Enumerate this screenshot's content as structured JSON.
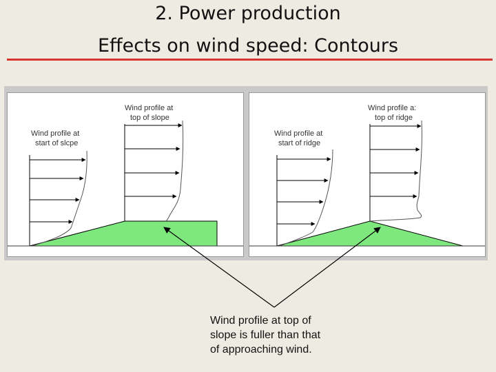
{
  "title": {
    "line1": "2. Power production",
    "line2": "Effects on wind speed: Contours"
  },
  "panels": {
    "slope": {
      "label_start_1": "Wind profile at",
      "label_start_2": "start of slcpe",
      "label_top_1": "Wind profile at",
      "label_top_2": "top of slope"
    },
    "ridge": {
      "label_start_1": "Wind profile at",
      "label_start_2": "start of ridge",
      "label_top_1": "Wind profile a:",
      "label_top_2": "top of ridge"
    }
  },
  "caption": "Wind profile at top of\nslope is fuller than that\nof approaching wind.",
  "colors": {
    "accent_rule": "#d9332e",
    "terrain_fill": "#7ee87e",
    "background": "#eeebe2"
  }
}
